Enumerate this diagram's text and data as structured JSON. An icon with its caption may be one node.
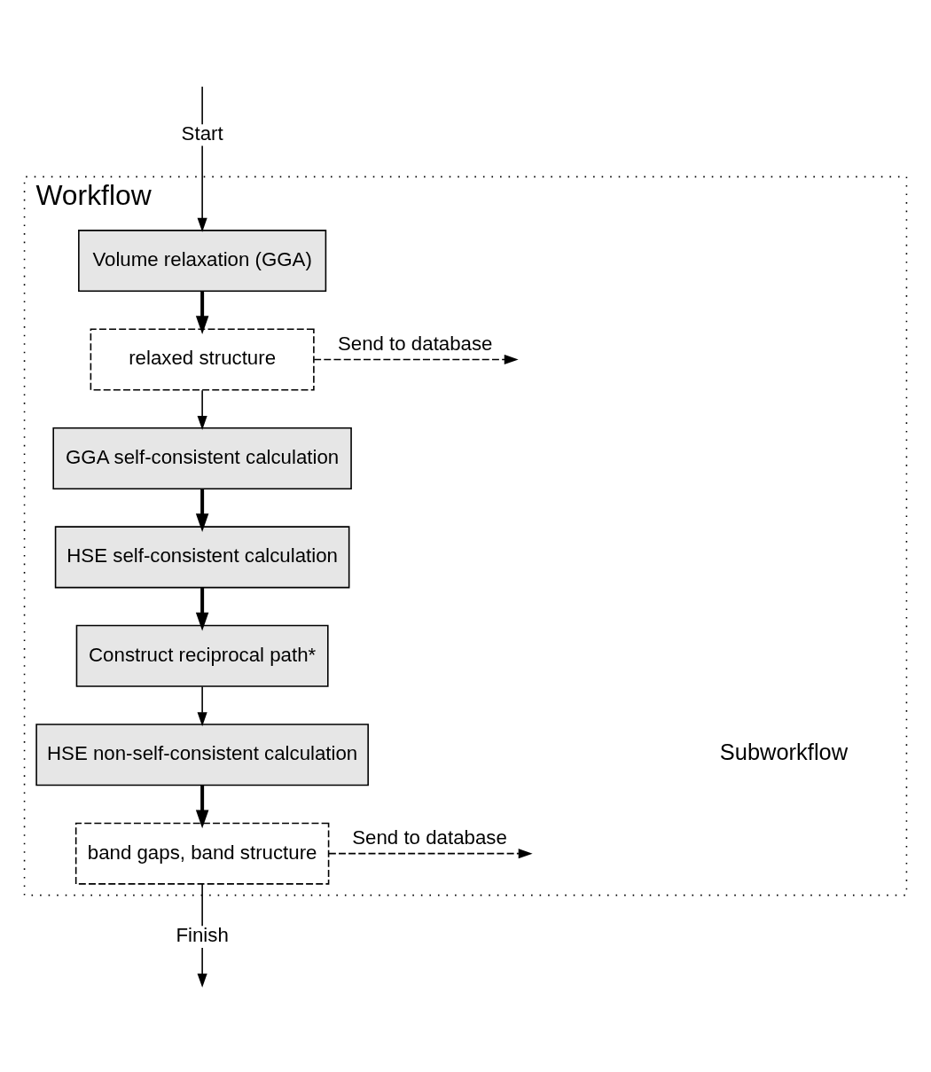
{
  "diagram": {
    "nodes": [
      {
        "text": [
          "Workflow"
        ]
      },
      {
        "text": [
          "Start"
        ]
      },
      {
        "text": [
          "Volume relaxation (GGA)"
        ],
        "in": 0
      },
      {
        "text": [
          "relaxed structure"
        ],
        "in": 0
      },
      {
        "text": [
          "GGA self-consistent calculation"
        ],
        "in": 0
      },
      {
        "text": [
          "HSE self-consistent calculation"
        ],
        "in": 0
      },
      {
        "text": [
          "Construct reciprocal path*"
        ],
        "in": 0
      },
      {
        "text": [
          "HSE non-self-consistent calculation"
        ],
        "in": 0
      },
      {
        "text": [
          "band gaps, band structure"
        ],
        "in": 0
      },
      {
        "text": [
          "Finish"
        ]
      }
    ],
    "edges": [
      {
        "from": null,
        "to": 1,
        "arrow": "none"
      },
      {
        "from": 1,
        "to": 2,
        "arrow": "to"
      },
      {
        "from": 2,
        "to": 3,
        "arrow": "to",
        "style": "thick"
      },
      {
        "from": 3,
        "to": null,
        "arrow": "to",
        "style": "dashed",
        "label": "Send to database"
      },
      {
        "from": 3,
        "to": 4,
        "arrow": "to"
      },
      {
        "from": 4,
        "to": 5,
        "arrow": "to",
        "style": "thick"
      },
      {
        "from": 5,
        "to": 6,
        "arrow": "to",
        "style": "thick"
      },
      {
        "from": 6,
        "to": 7,
        "arrow": "to"
      },
      {
        "from": 7,
        "to": 8,
        "arrow": "to",
        "style": "thick"
      },
      {
        "from": 8,
        "to": null,
        "arrow": "to",
        "style": "dashed",
        "label": "Send to database"
      },
      {
        "from": 8,
        "to": 9,
        "arrow": "none"
      },
      {
        "from": 9,
        "to": null,
        "arrow": "to"
      }
    ],
    "labels": [
      "Subworkflow"
    ]
  }
}
